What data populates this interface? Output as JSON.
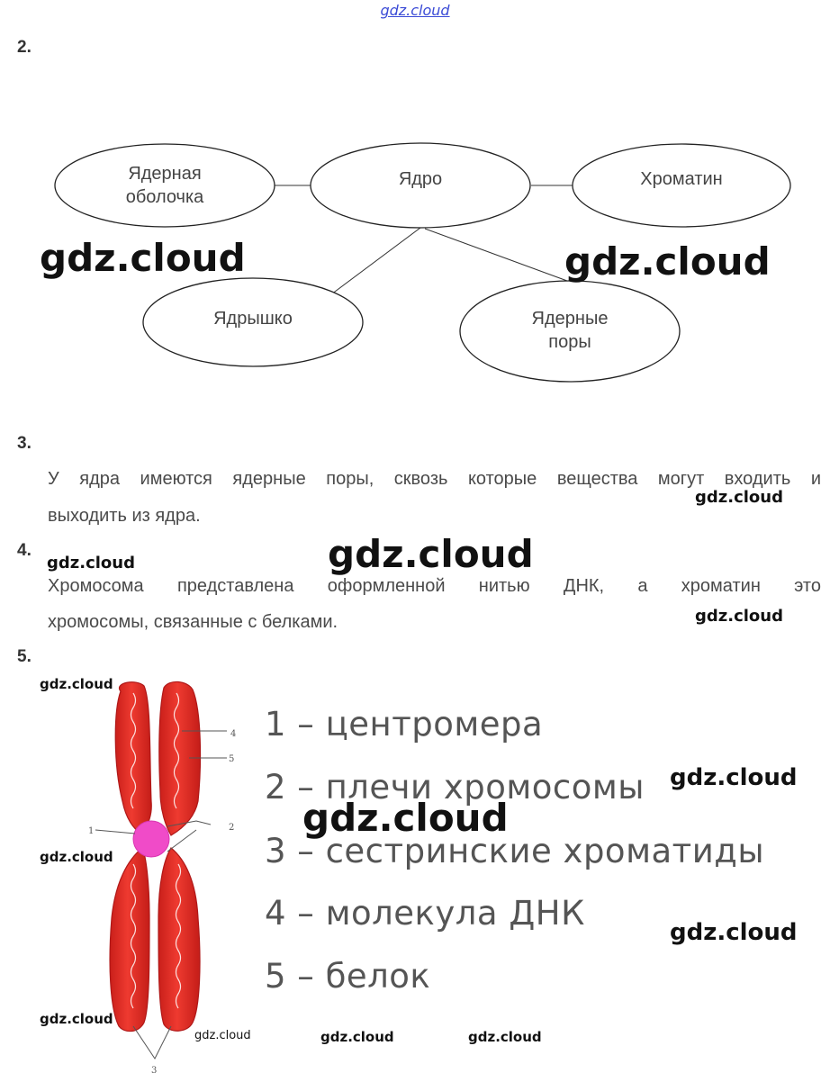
{
  "header": {
    "site_link": "gdz.cloud"
  },
  "task2": {
    "number": "2.",
    "nodes": {
      "envelope_line1": "Ядерная",
      "envelope_line2": "оболочка",
      "nucleus": "Ядро",
      "chromatin": "Хроматин",
      "nucleolus": "Ядрышко",
      "pores_line1": "Ядерные",
      "pores_line2": "поры"
    }
  },
  "task3": {
    "number": "3.",
    "line1": "У ядра имеются ядерные поры, сквозь которые вещества могут входить и",
    "line2": "выходить из ядра."
  },
  "task4": {
    "number": "4.",
    "line1": "Хромосома представлена оформленной нитью ДНК, а хроматин это",
    "line2": "хромосомы, связанные с белками."
  },
  "task5": {
    "number": "5.",
    "figure_labels": [
      "1",
      "2",
      "3",
      "4",
      "5"
    ],
    "legend": [
      "1 – центромера",
      "2 – плечи хромосомы",
      "3 – сестринские хроматиды",
      "4 – молекула ДНК",
      "5 – белок"
    ],
    "colors": {
      "chromatid": "#e8312a",
      "chromatid_edge": "#b71c1c",
      "centromere": "#f04bc8"
    }
  },
  "watermark": "gdz.cloud"
}
